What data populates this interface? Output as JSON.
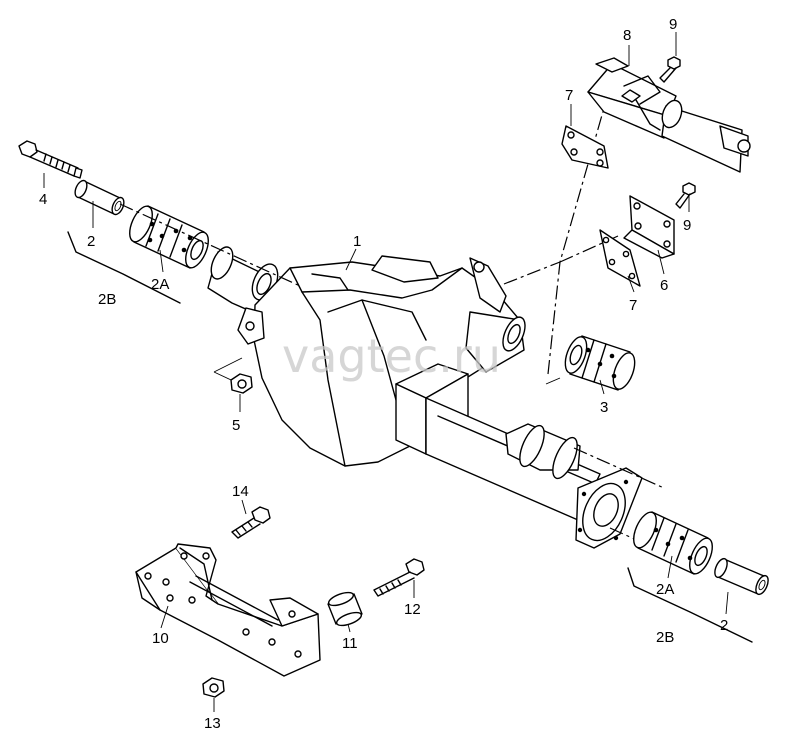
{
  "watermark": "vagtec.ru",
  "labels": {
    "l1": "1",
    "l2_left": "2",
    "l2a_left": "2A",
    "l2b_left": "2B",
    "l2_right": "2",
    "l2a_right": "2A",
    "l2b_right": "2B",
    "l3": "3",
    "l4": "4",
    "l5": "5",
    "l6": "6",
    "l7_top": "7",
    "l7_mid": "7",
    "l8": "8",
    "l9_top": "9",
    "l9_mid": "9",
    "l10": "10",
    "l11": "11",
    "l12": "12",
    "l13": "13",
    "l14": "14"
  }
}
